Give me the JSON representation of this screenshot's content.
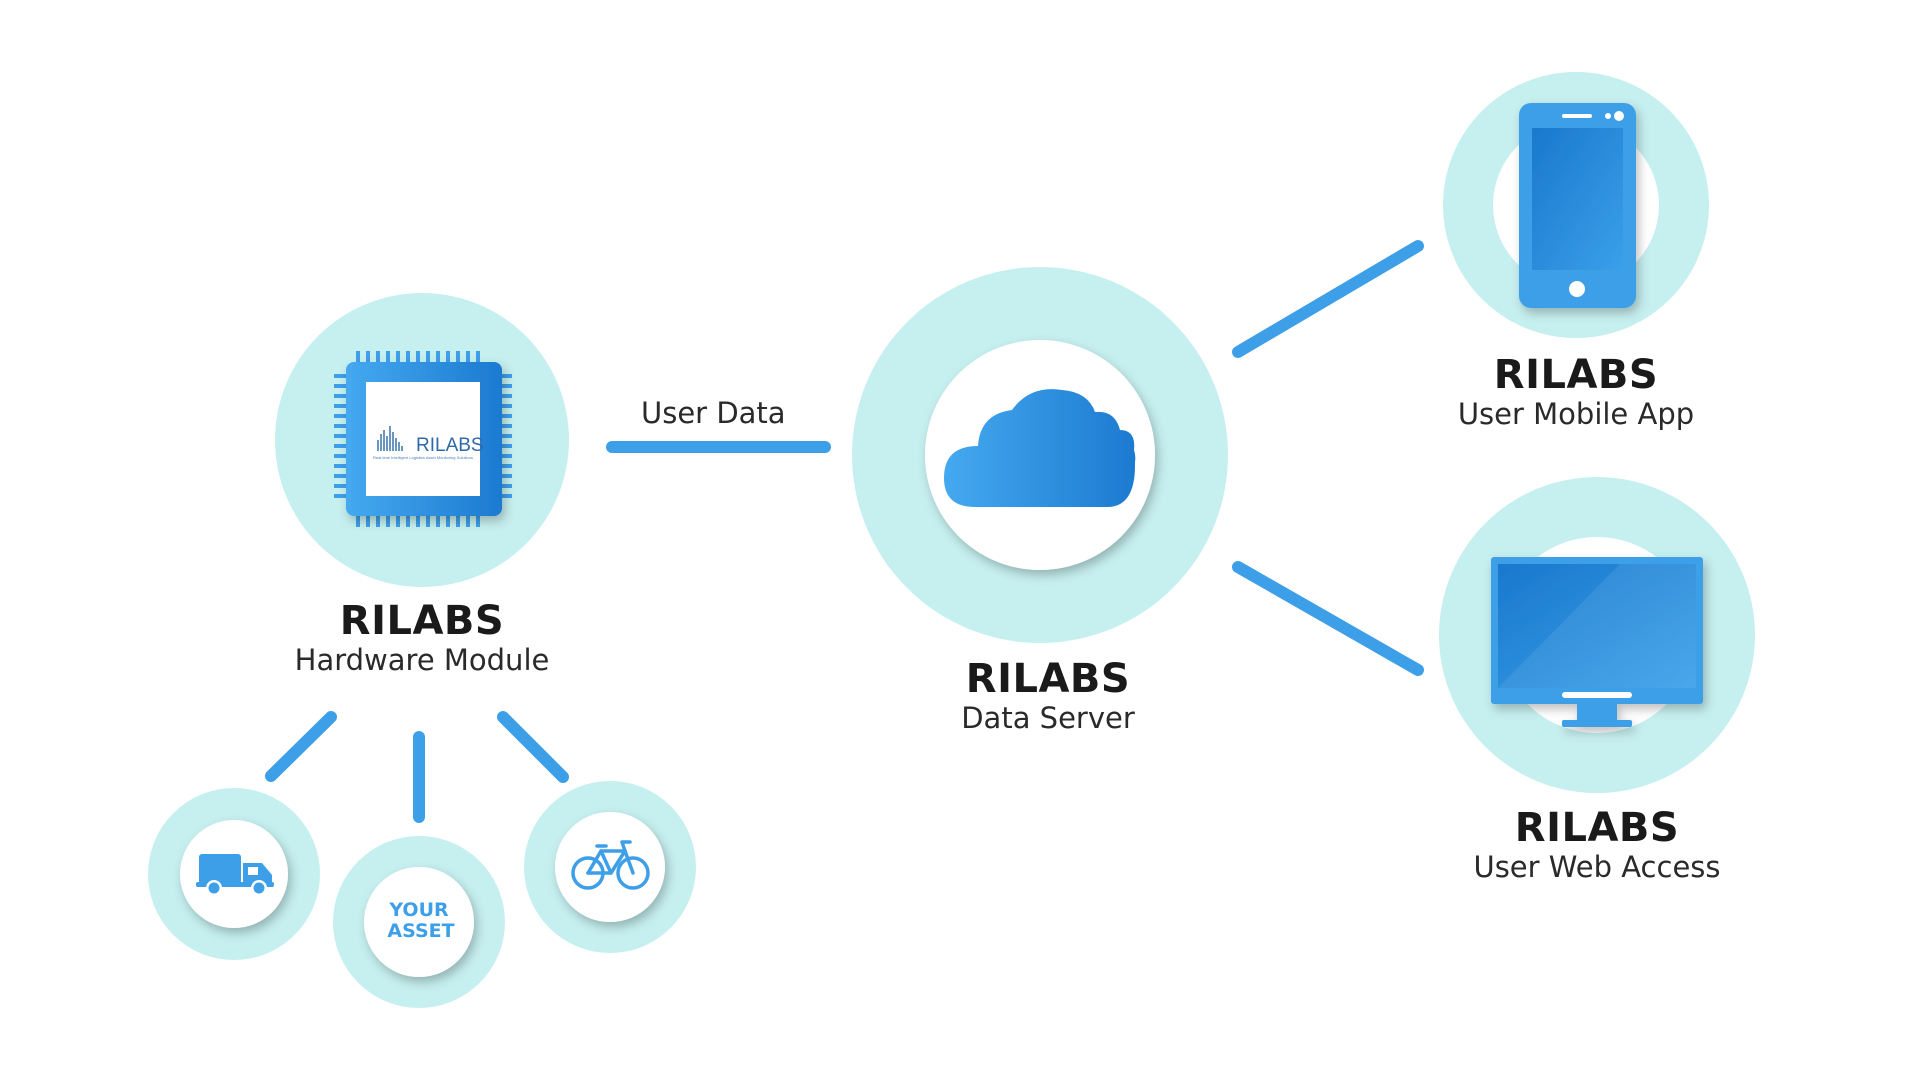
{
  "nodes": {
    "hardware": {
      "title": "RILABS",
      "subtitle": "Hardware Module",
      "chip_logo_text": "RILABS",
      "chip_logo_tagline": "Real-time Intelligent Logistics Asset Monitoring Solutions"
    },
    "server": {
      "title": "RILABS",
      "subtitle": "Data Server"
    },
    "mobile": {
      "title": "RILABS",
      "subtitle": "User Mobile App"
    },
    "web": {
      "title": "RILABS",
      "subtitle": "User Web Access"
    }
  },
  "assets": [
    {
      "name": "truck",
      "icon": "truck-icon"
    },
    {
      "name": "your-asset",
      "line1": "YOUR",
      "line2": "ASSET"
    },
    {
      "name": "bicycle",
      "icon": "bicycle-icon"
    }
  ],
  "edges": {
    "hardware_to_server": {
      "label": "User Data"
    }
  },
  "colors": {
    "halo": "#c6efef",
    "accent": "#3d9fe8",
    "accent_dark": "#1e7fd4",
    "text": "#1a1a1a"
  }
}
